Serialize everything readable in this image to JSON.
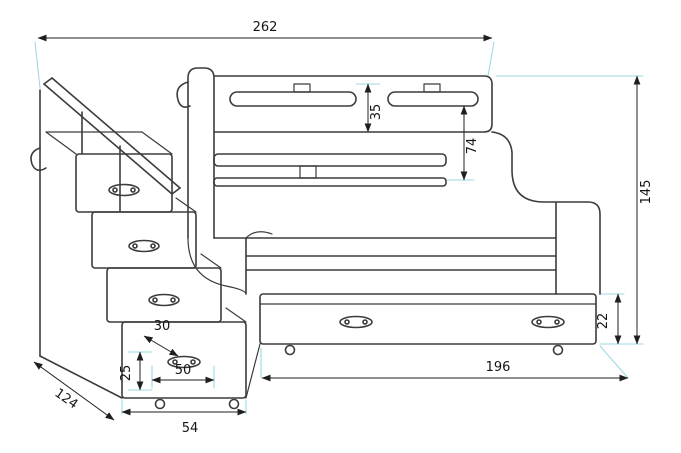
{
  "dimensions": {
    "overall_width": "262",
    "top_rail_height": "35",
    "rail_to_shelf": "74",
    "overall_height": "145",
    "drawer_height": "22",
    "drawer_width": "196",
    "stair_width": "54",
    "bed_depth": "124",
    "step_depth": "30",
    "step_inset": "25",
    "handle_width": "50"
  },
  "colors": {
    "outline": "#3c3c3c",
    "dimension": "#1f1f1f",
    "extension": "#9fd8e6",
    "background": "#ffffff"
  }
}
